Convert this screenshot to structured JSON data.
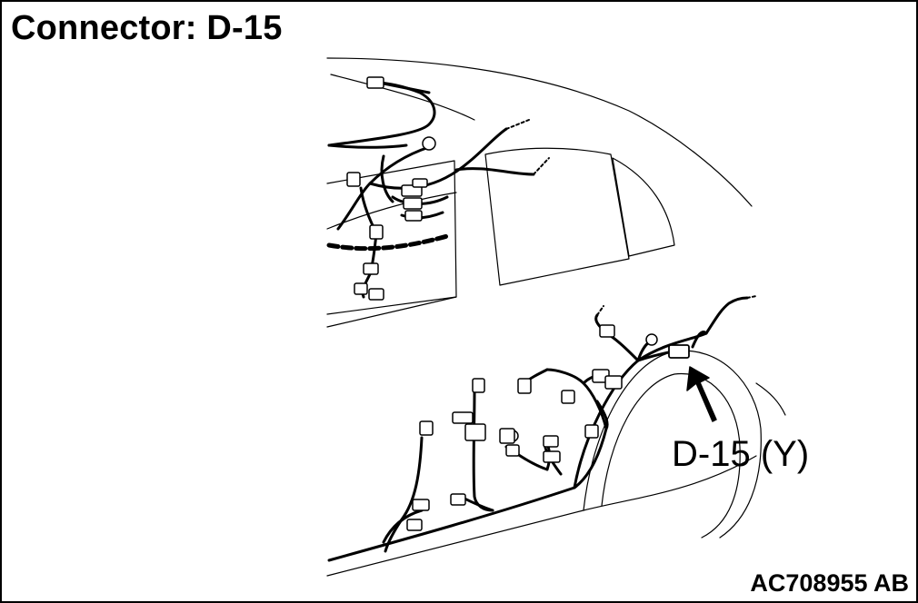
{
  "title": "Connector: D-15",
  "callout_label": "D-15 (Y)",
  "figure_id": "AC708955 AB",
  "colors": {
    "line": "#000000",
    "background": "#ffffff"
  }
}
